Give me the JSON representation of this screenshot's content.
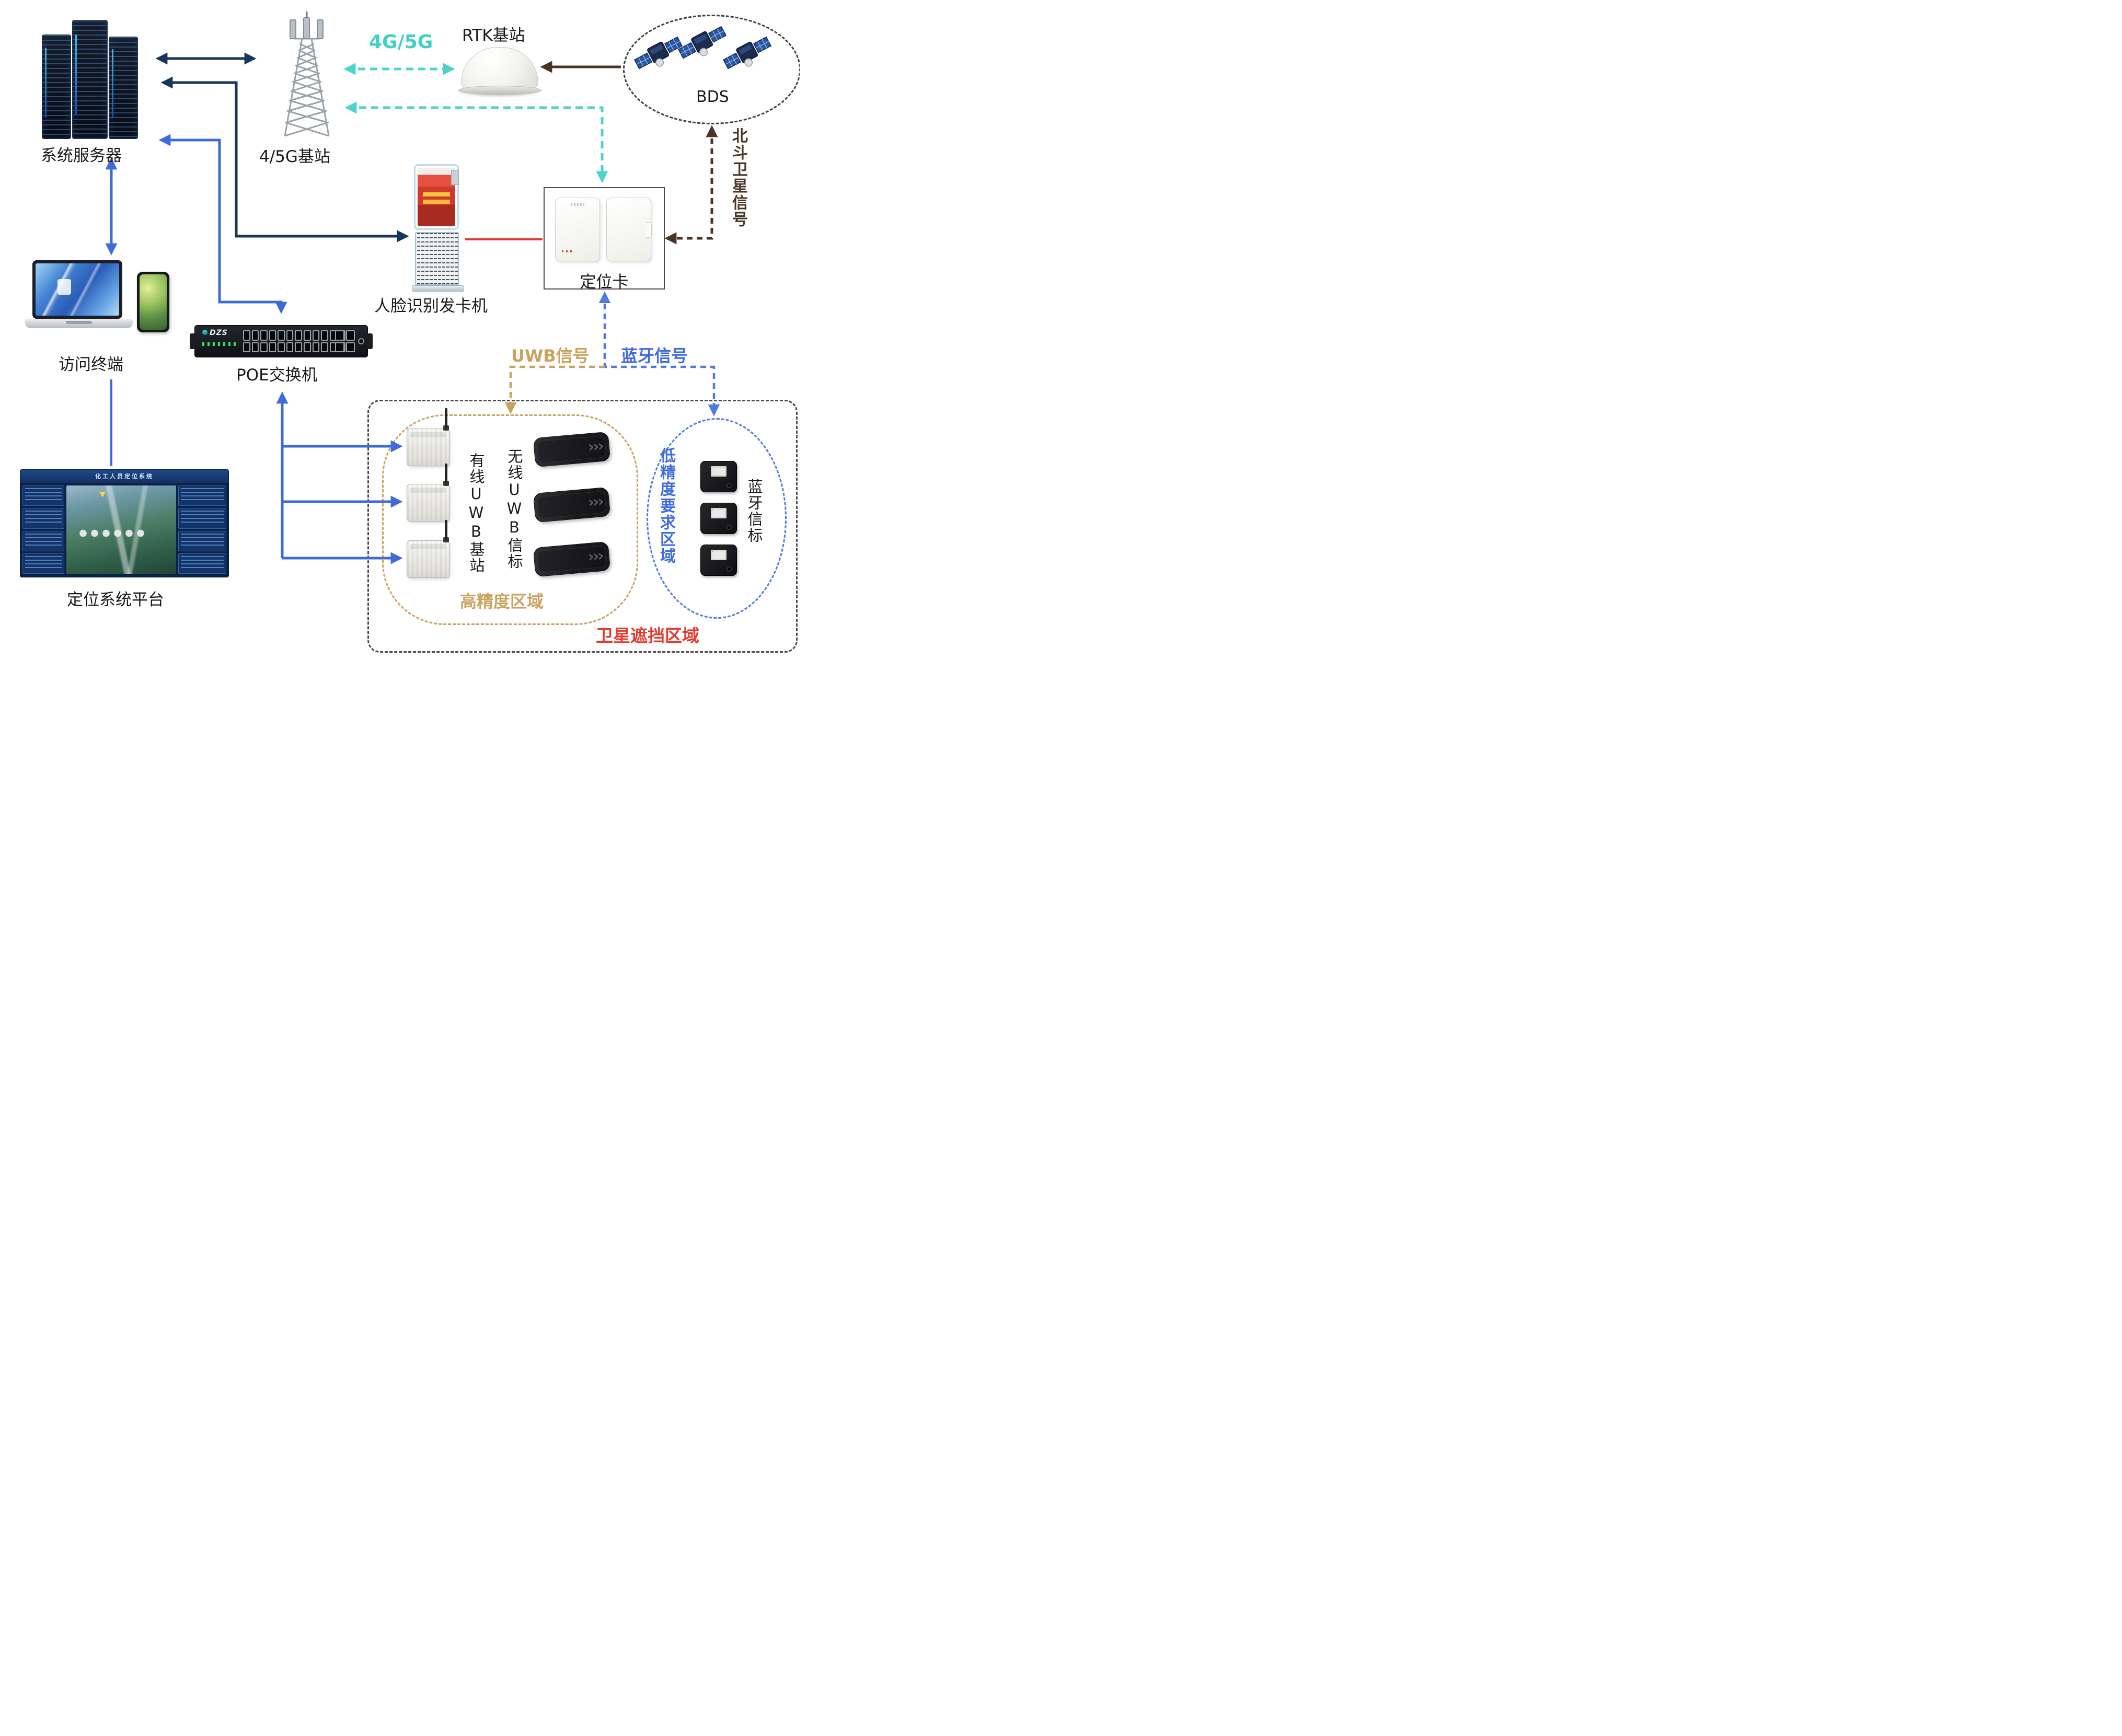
{
  "diagram": {
    "labels": {
      "server": "系统服务器",
      "tower": "4/5G基站",
      "g45": "4G/5G",
      "rtk": "RTK基站",
      "bds": "BDS",
      "beidou_signal": "北斗卫星信号",
      "kiosk": "人脸识别发卡机",
      "tag": "定位卡",
      "terminal": "访问终端",
      "poe": "POE交换机",
      "platform": "定位系统平台",
      "platform_screen_title": "化工人员定位系统",
      "switch_logo": "DZS",
      "uwb_signal": "UWB信号",
      "bt_signal": "蓝牙信号",
      "wired_uwb": "有线UWB基站",
      "wireless_uwb": "无线UWB信标",
      "low_precision_zone": "低精度要求区域",
      "bt_beacon": "蓝牙信标",
      "high_precision_zone": "高精度区域",
      "satellite_blocked_zone": "卫星遮挡区域"
    },
    "colors": {
      "navy": "#17365c",
      "blue": "#3f6bd8",
      "cyan": "#4ed2cc",
      "brown": "#4a3425",
      "tan": "#c9a25e",
      "blue_dash": "#4f7ae0",
      "red": "#e8392f"
    }
  }
}
